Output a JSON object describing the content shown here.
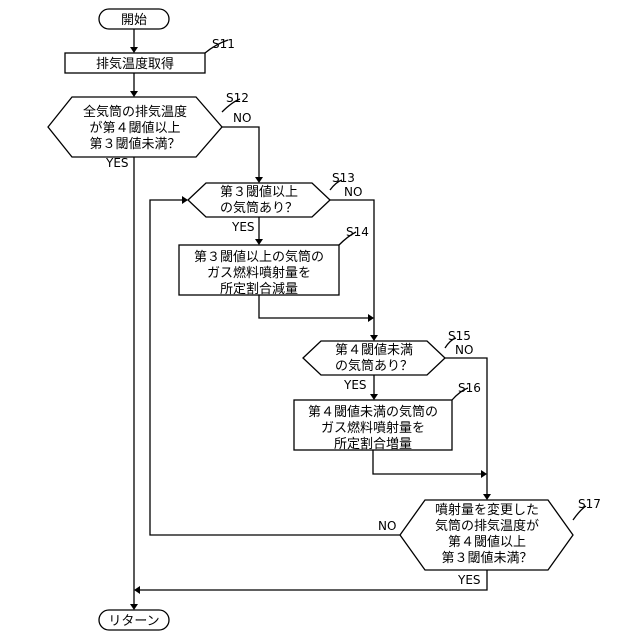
{
  "start": "開始",
  "end": "リターン",
  "steps": {
    "s11": {
      "id": "S11",
      "lines": [
        "排気温度取得"
      ]
    },
    "s12": {
      "id": "S12",
      "lines": [
        "全気筒の排気温度",
        "が第４閾値以上",
        "第３閾値未満？"
      ]
    },
    "s13": {
      "id": "S13",
      "lines": [
        "第３閾値以上",
        "の気筒あり？"
      ]
    },
    "s14": {
      "id": "S14",
      "lines": [
        "第３閾値以上の気筒の",
        "ガス燃料噴射量を",
        "所定割合減量"
      ]
    },
    "s15": {
      "id": "S15",
      "lines": [
        "第４閾値未満",
        "の気筒あり？"
      ]
    },
    "s16": {
      "id": "S16",
      "lines": [
        "第４閾値未満の気筒の",
        "ガス燃料噴射量を",
        "所定割合増量"
      ]
    },
    "s17": {
      "id": "S17",
      "lines": [
        "噴射量を変更した",
        "気筒の排気温度が",
        "第４閾値以上",
        "第３閾値未満？"
      ]
    }
  },
  "labels": {
    "yes": "YES",
    "no": "NO"
  }
}
